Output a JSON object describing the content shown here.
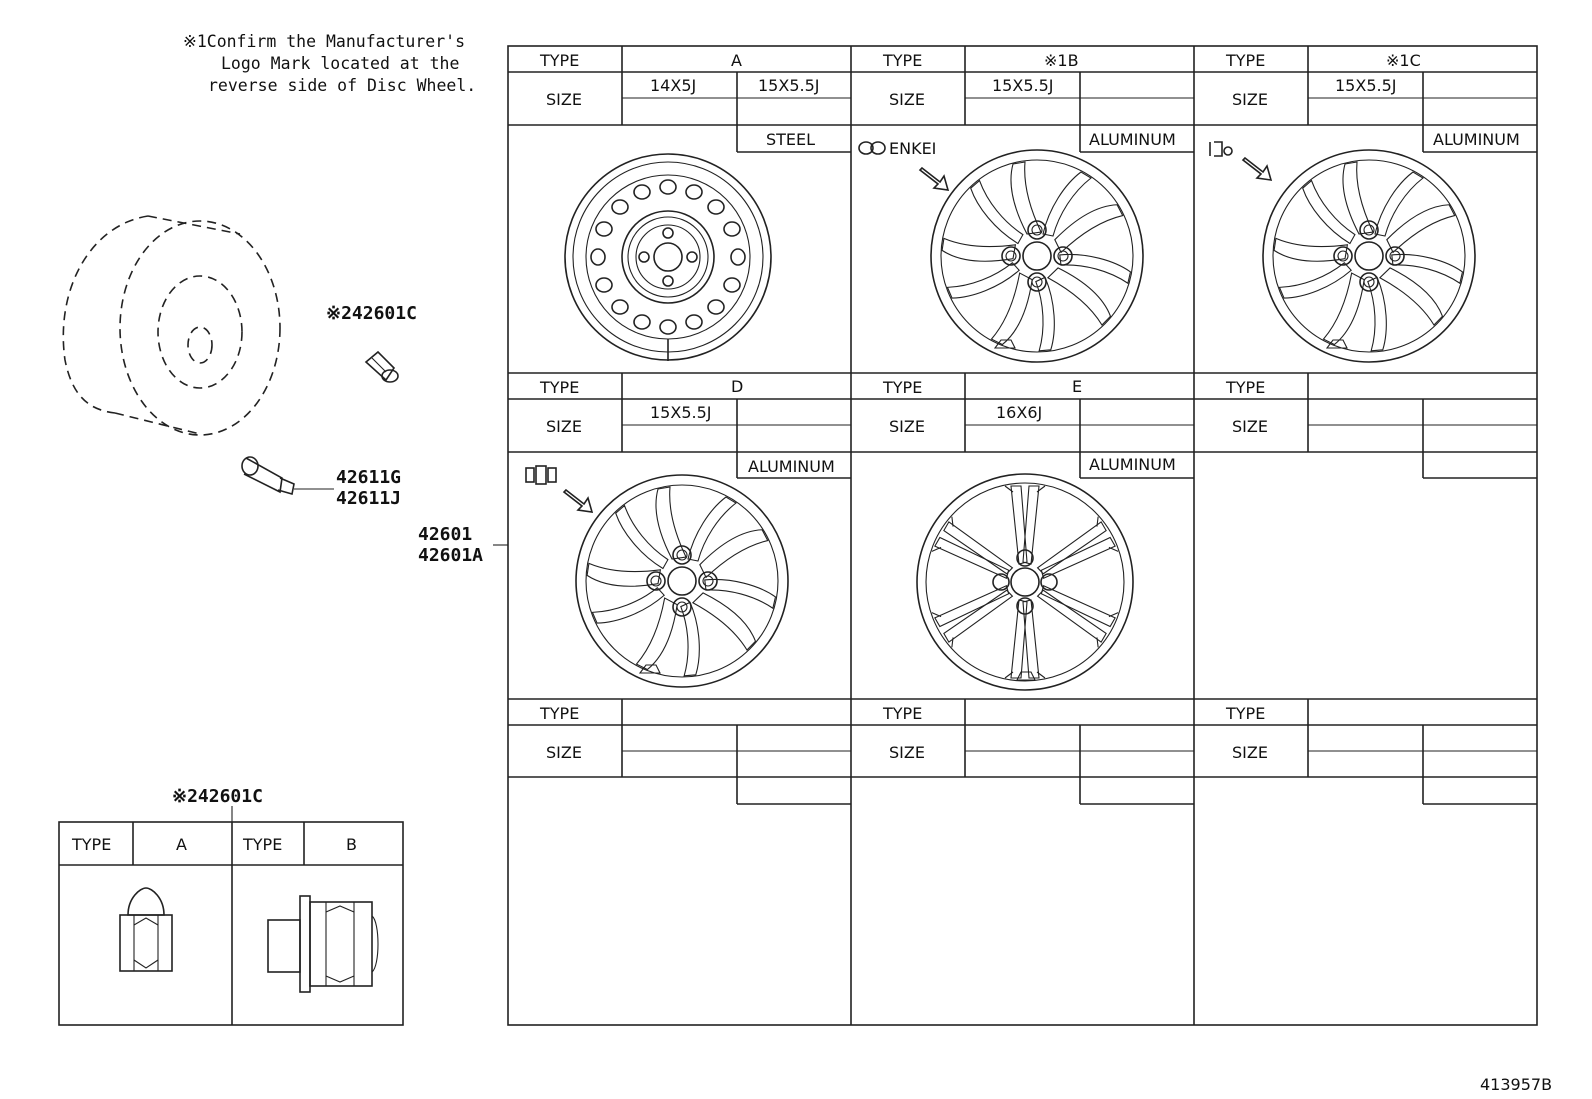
{
  "note": {
    "lines": [
      "※1Confirm the Manufacturer's",
      "Logo Mark located at the",
      "reverse side of Disc Wheel."
    ]
  },
  "callouts": {
    "nut_top": "※242601C",
    "valve_g": "42611G",
    "valve_j": "42611J",
    "wheel_a": "42601",
    "wheel_b": "42601A",
    "nut_bottom": "※242601C"
  },
  "labels": {
    "type": "TYPE",
    "size": "SIZE"
  },
  "nut_table": {
    "type_a": "A",
    "type_b": "B"
  },
  "wheels": {
    "a": {
      "type": "A",
      "size1": "14X5J",
      "size2": "15X5.5J",
      "material": "STEEL"
    },
    "b": {
      "type": "※1B",
      "size1": "15X5.5J",
      "material": "ALUMINUM",
      "logo": "ENKEI"
    },
    "c": {
      "type": "※1C",
      "size1": "15X5.5J",
      "material": "ALUMINUM"
    },
    "d": {
      "type": "D",
      "size1": "15X5.5J",
      "material": "ALUMINUM"
    },
    "e": {
      "type": "E",
      "size1": "16X6J",
      "material": "ALUMINUM"
    }
  },
  "diagram_id": "413957B"
}
